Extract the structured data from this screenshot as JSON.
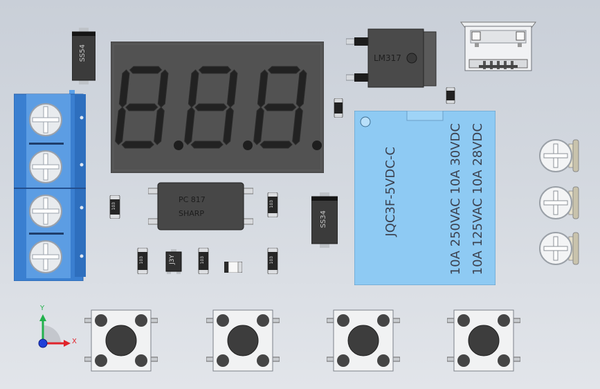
{
  "scene": {
    "display_digits": [
      "8",
      "8",
      "8"
    ],
    "regulator": {
      "marking": "LM317"
    },
    "optocoupler": {
      "line1": "PC 817",
      "line2": "SHARP"
    },
    "diode_top_left": {
      "marking": "SS54"
    },
    "diode_center": {
      "marking": "SS34"
    },
    "transistor_mark": {
      "marking": "J3Y"
    },
    "relay": {
      "model": "JQC3F-5VDC-C",
      "rating_ac": "10A 250VAC 10A 30VDC",
      "rating_dc": "10A 125VAC 10A 28VDC"
    },
    "resistors": [
      {
        "marking": "103"
      },
      {
        "marking": "103"
      },
      {
        "marking": "103"
      },
      {
        "marking": "103"
      },
      {
        "marking": "103"
      }
    ],
    "axis_triad": {
      "x_label": "X",
      "y_label": "Y"
    },
    "colors": {
      "background_top": "#c9cfd8",
      "background_bottom": "#e2e5ea",
      "terminal_block": "#3f86d6",
      "relay": "#8ec9f2",
      "display": "#4f4f4f",
      "axis_x": "#e0232b",
      "axis_y": "#22b14c",
      "axis_z": "#1f3fd8"
    }
  }
}
